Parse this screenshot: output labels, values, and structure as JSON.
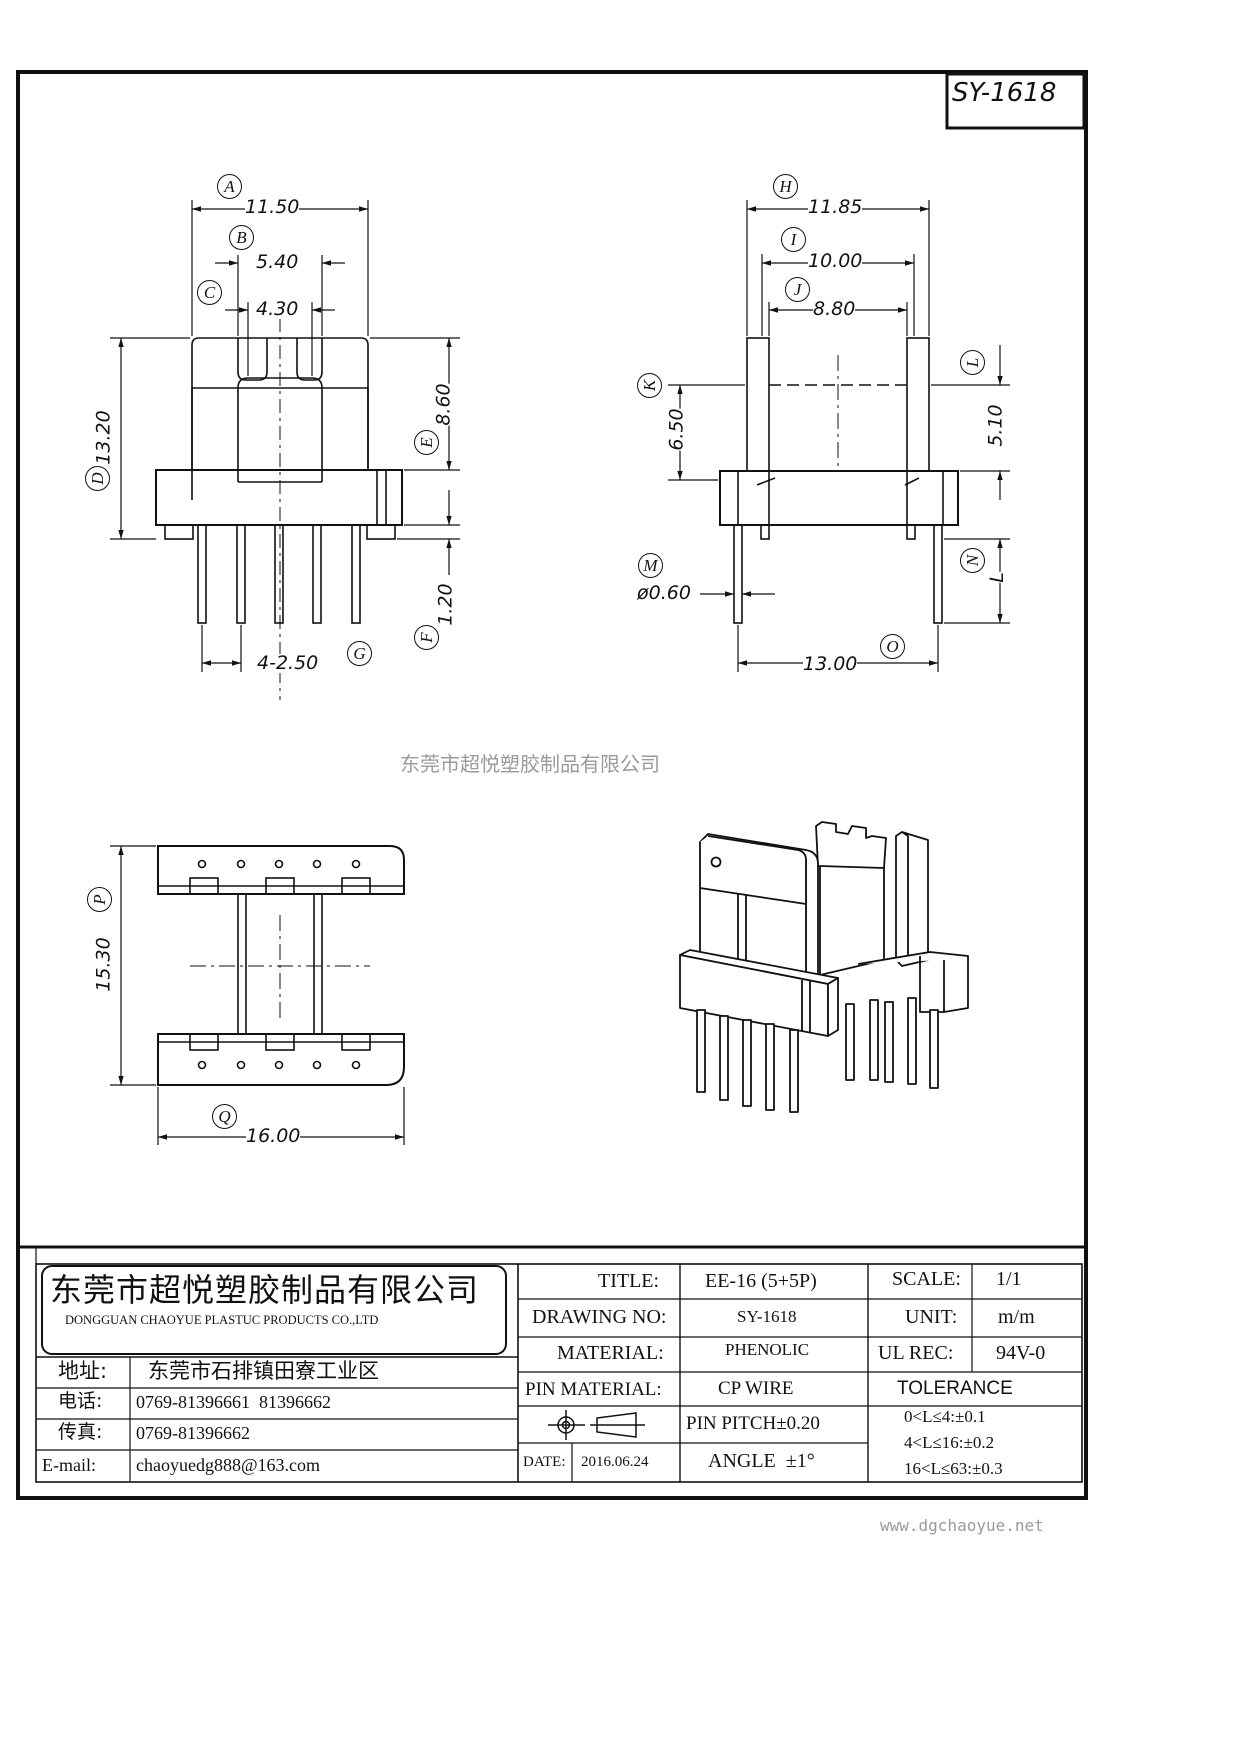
{
  "drawing_code": "SY-1618",
  "watermark_center": "东莞市超悦塑胶制品有限公司",
  "watermark_footer": "www.dgchaoyue.net",
  "dimensions": {
    "A": {
      "letter": "A",
      "value": "11.50"
    },
    "B": {
      "letter": "B",
      "value": "5.40"
    },
    "C": {
      "letter": "C",
      "value": "4.30"
    },
    "D": {
      "letter": "D",
      "value": "13.20"
    },
    "E": {
      "letter": "E",
      "value": "8.60"
    },
    "F": {
      "letter": "F",
      "value": "1.20"
    },
    "G": {
      "letter": "G",
      "value": "4-2.50"
    },
    "H": {
      "letter": "H",
      "value": "11.85"
    },
    "I": {
      "letter": "I",
      "value": "10.00"
    },
    "J": {
      "letter": "J",
      "value": "8.80"
    },
    "K": {
      "letter": "K",
      "value": "6.50"
    },
    "L": {
      "letter": "L",
      "value": "5.10"
    },
    "M": {
      "letter": "M",
      "value": "ø0.60"
    },
    "N": {
      "letter": "N",
      "value": "L"
    },
    "O": {
      "letter": "O",
      "value": "13.00"
    },
    "P": {
      "letter": "P",
      "value": "15.30"
    },
    "Q": {
      "letter": "Q",
      "value": "16.00"
    }
  },
  "company": {
    "name_cn": "东莞市超悦塑胶制品有限公司",
    "name_en": "DONGGUAN CHAOYUE PLASTUC PRODUCTS CO.,LTD",
    "address_label": "地址:",
    "address": "东莞市石排镇田寮工业区",
    "phone_label": "电话:",
    "phone": "0769-81396661  81396662",
    "fax_label": "传真:",
    "fax": "0769-81396662",
    "email_label": "E-mail:",
    "email": "chaoyuedg888@163.com"
  },
  "title_block": {
    "title_label": "TITLE:",
    "title": "EE-16 (5+5P)",
    "scale_label": "SCALE:",
    "scale": "1/1",
    "drawing_no_label": "DRAWING NO:",
    "drawing_no": "SY-1618",
    "unit_label": "UNIT:",
    "unit": "m/m",
    "material_label": "MATERIAL:",
    "material": "PHENOLIC",
    "ul_label": "UL REC:",
    "ul": "94V-0",
    "pin_material_label": "PIN MATERIAL:",
    "pin_material": "CP WIRE",
    "tolerance_label": "TOLERANCE",
    "pin_pitch": "PIN PITCH±0.20",
    "tol_1": "0<L≤4:±0.1",
    "tol_2": "4<L≤16:±0.2",
    "tol_3": "16<L≤63:±0.3",
    "date_label": "DATE:",
    "date": "2016.06.24",
    "angle": "ANGLE  ±1°"
  }
}
